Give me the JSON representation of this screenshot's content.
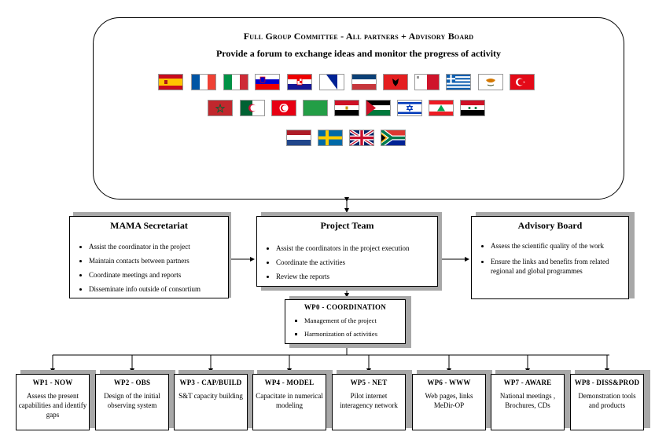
{
  "committee": {
    "title": "Full Group Committee - All partners + Advisory Board",
    "subtitle": "Provide a forum to exchange ideas and monitor the progress of activity",
    "flags": [
      {
        "name": "spain-flag"
      },
      {
        "name": "france-flag"
      },
      {
        "name": "italy-flag"
      },
      {
        "name": "slovenia-flag"
      },
      {
        "name": "croatia-flag"
      },
      {
        "name": "bosnia-flag"
      },
      {
        "name": "serbia-montenegro-flag"
      },
      {
        "name": "albania-flag"
      },
      {
        "name": "malta-flag"
      },
      {
        "name": "greece-flag"
      },
      {
        "name": "cyprus-flag"
      },
      {
        "name": "turkey-flag"
      },
      {
        "name": "morocco-flag"
      },
      {
        "name": "algeria-flag"
      },
      {
        "name": "tunisia-flag"
      },
      {
        "name": "libya-flag"
      },
      {
        "name": "egypt-flag"
      },
      {
        "name": "palestine-flag"
      },
      {
        "name": "israel-flag"
      },
      {
        "name": "lebanon-flag"
      },
      {
        "name": "syria-flag"
      },
      {
        "name": "netherlands-flag"
      },
      {
        "name": "sweden-flag"
      },
      {
        "name": "uk-flag"
      },
      {
        "name": "south-africa-flag"
      }
    ]
  },
  "secretariat": {
    "title": "MAMA Secretariat",
    "items": [
      "Assist the coordinator in the project",
      "Maintain contacts between partners",
      "Coordinate meetings and reports",
      "Disseminate info outside of consortium"
    ]
  },
  "project_team": {
    "title": "Project Team",
    "items": [
      "Assist the coordinators in the project execution",
      "Coordinate the activities",
      "Review the reports"
    ]
  },
  "advisory": {
    "title": "Advisory Board",
    "items": [
      "Assess the scientific quality of the work",
      "Ensure the links and benefits from related regional and global programmes"
    ]
  },
  "wp0": {
    "title": "WP0 - COORDINATION",
    "items": [
      "Management of the project",
      "Harmonization of activities"
    ]
  },
  "wps": [
    {
      "title": "WP1 - NOW",
      "desc": "Assess the present capabilities and identify gaps"
    },
    {
      "title": "WP2 - OBS",
      "desc": "Design of the initial observing system"
    },
    {
      "title": "WP3 - CAP/BUILD",
      "desc": "S&T capacity building"
    },
    {
      "title": "WP4 - MODEL",
      "desc": "Capacitate in numerical modeling"
    },
    {
      "title": "WP5 - NET",
      "desc": "Pilot internet interagency network"
    },
    {
      "title": "WP6 - WWW",
      "desc": "Web pages, links MeDir-OP"
    },
    {
      "title": "WP7 - AWARE",
      "desc": "National meetings , Brochures, CDs"
    },
    {
      "title": "WP8 - DISS&PROD",
      "desc": "Demonstration tools and products"
    }
  ],
  "colors": {
    "shadow": "#a8a8a8",
    "border": "#000000"
  }
}
